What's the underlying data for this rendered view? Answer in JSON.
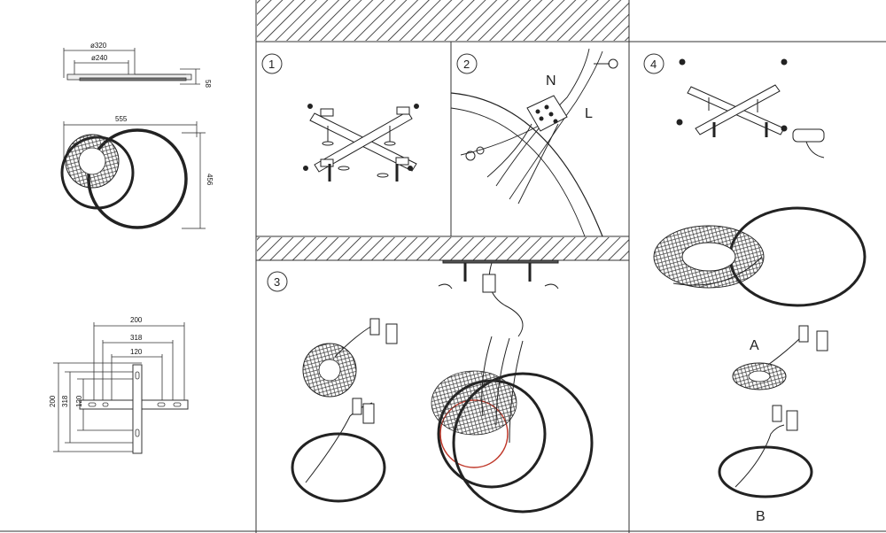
{
  "dimensions": {
    "top_view": {
      "outer": "ø320",
      "inner": "ø240",
      "height": "58"
    },
    "front_view": {
      "width": "555",
      "height": "456"
    },
    "bracket": {
      "width": "200",
      "span": "318",
      "hole": "120",
      "height": "200",
      "v_span": "318",
      "v_hole": "120"
    }
  },
  "steps": {
    "s1": "1",
    "s2": "2",
    "s3": "3",
    "s4": "4"
  },
  "wiring": {
    "neutral": "N",
    "live": "L"
  },
  "parts": {
    "a": "A",
    "b": "B"
  }
}
